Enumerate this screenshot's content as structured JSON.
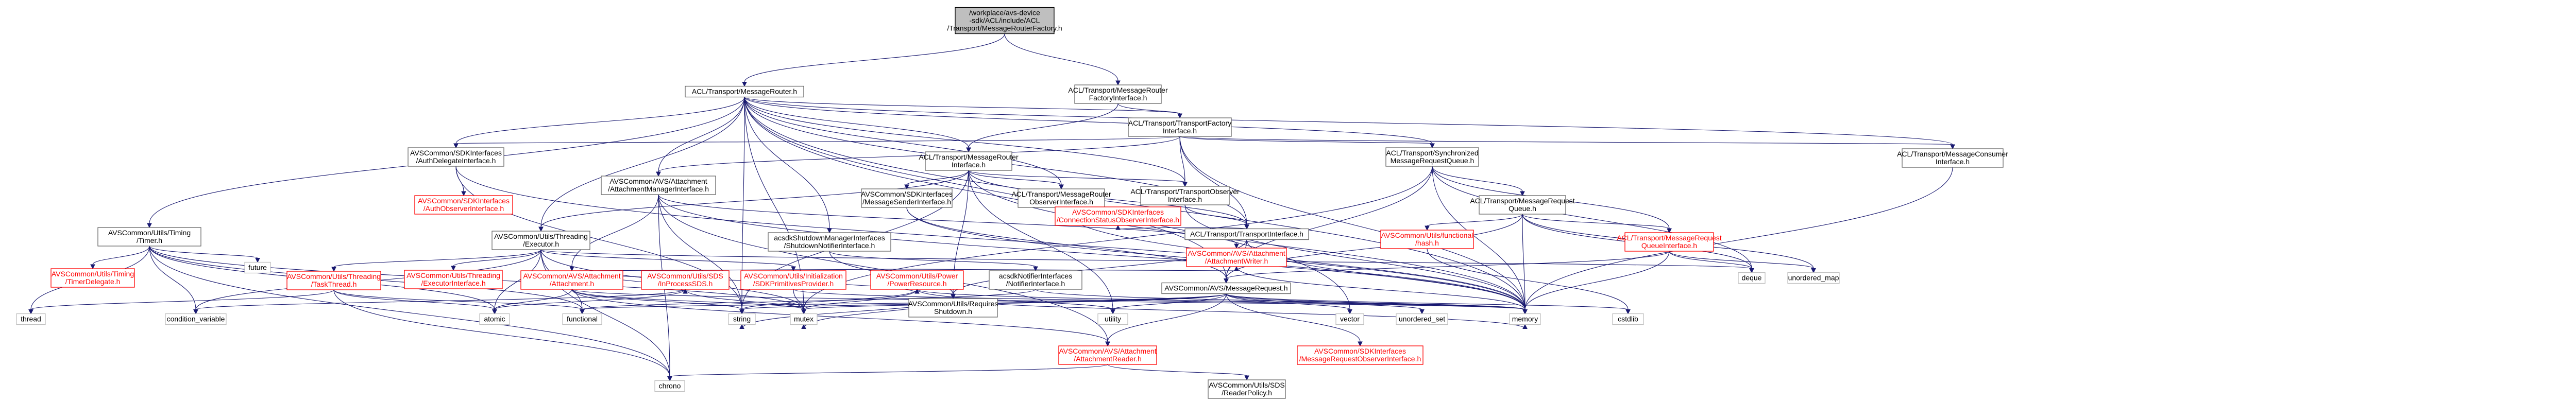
{
  "nodes": [
    {
      "id": "root",
      "lines": [
        "/workplace/avs-device",
        "-sdk/ACL/include/ACL",
        "/Transport/MessageRouterFactory.h"
      ],
      "style": "root"
    },
    {
      "id": "mrfi",
      "lines": [
        "ACL/Transport/MessageRouter",
        "FactoryInterface.h"
      ],
      "style": "normal"
    },
    {
      "id": "mr",
      "lines": [
        "ACL/Transport/MessageRouter.h"
      ],
      "style": "normal"
    },
    {
      "id": "tfi",
      "lines": [
        "ACL/Transport/TransportFactory",
        "Interface.h"
      ],
      "style": "normal"
    },
    {
      "id": "mri",
      "lines": [
        "ACL/Transport/MessageRouter",
        "Interface.h"
      ],
      "style": "normal"
    },
    {
      "id": "adi",
      "lines": [
        "AVSCommon/SDKInterfaces",
        "/AuthDelegateInterface.h"
      ],
      "style": "normal"
    },
    {
      "id": "smrq",
      "lines": [
        "ACL/Transport/Synchronized",
        "MessageRequestQueue.h"
      ],
      "style": "normal"
    },
    {
      "id": "mci",
      "lines": [
        "ACL/Transport/MessageConsumer",
        "Interface.h"
      ],
      "style": "normal"
    },
    {
      "id": "aoi",
      "lines": [
        "AVSCommon/SDKInterfaces",
        "/AuthObserverInterface.h"
      ],
      "style": "red"
    },
    {
      "id": "msi",
      "lines": [
        "AVSCommon/SDKInterfaces",
        "/MessageSenderInterface.h"
      ],
      "style": "normal"
    },
    {
      "id": "mroi",
      "lines": [
        "ACL/Transport/MessageRouter",
        "ObserverInterface.h"
      ],
      "style": "normal"
    },
    {
      "id": "toi",
      "lines": [
        "ACL/Transport/TransportObserver",
        "Interface.h"
      ],
      "style": "normal"
    },
    {
      "id": "mrq",
      "lines": [
        "ACL/Transport/MessageRequest",
        "Queue.h"
      ],
      "style": "normal"
    },
    {
      "id": "ami",
      "lines": [
        "AVSCommon/AVS/Attachment",
        "/AttachmentManagerInterface.h"
      ],
      "style": "normal"
    },
    {
      "id": "timer",
      "lines": [
        "AVSCommon/Utils/Timing",
        "/Timer.h"
      ],
      "style": "normal"
    },
    {
      "id": "exec",
      "lines": [
        "AVSCommon/Utils/Threading",
        "/Executor.h"
      ],
      "style": "normal"
    },
    {
      "id": "snmi",
      "lines": [
        "acsdkShutdownManagerInterfaces",
        "/ShutdownNotifierInterface.h"
      ],
      "style": "normal"
    },
    {
      "id": "csoi",
      "lines": [
        "AVSCommon/SDKInterfaces",
        "/ConnectionStatusObserverInterface.h"
      ],
      "style": "red"
    },
    {
      "id": "ti",
      "lines": [
        "ACL/Transport/TransportInterface.h"
      ],
      "style": "normal"
    },
    {
      "id": "fhash",
      "lines": [
        "AVSCommon/Utils/functional",
        "/hash.h"
      ],
      "style": "red"
    },
    {
      "id": "mrqi",
      "lines": [
        "ACL/Transport/MessageRequest",
        "QueueInterface.h"
      ],
      "style": "red"
    },
    {
      "id": "att",
      "lines": [
        "AVSCommon/AVS/Attachment",
        "/Attachment.h"
      ],
      "style": "red"
    },
    {
      "id": "tcat",
      "lines": [
        "AVSCommon/Utils/Timing",
        "/TimerDelegate.h"
      ],
      "style": "red"
    },
    {
      "id": "tt",
      "lines": [
        "AVSCommon/Utils/Threading",
        "/TaskThread.h"
      ],
      "style": "red"
    },
    {
      "id": "ei",
      "lines": [
        "AVSCommon/Utils/Threading",
        "/ExecutorInterface.h"
      ],
      "style": "red"
    },
    {
      "id": "sdsinproc",
      "lines": [
        "AVSCommon/Utils/SDS",
        "/InProcessSDS.h"
      ],
      "style": "red"
    },
    {
      "id": "sdkpp",
      "lines": [
        "AVSCommon/Utils/Initialization",
        "/SDKPrimitivesProvider.h"
      ],
      "style": "red"
    },
    {
      "id": "pres",
      "lines": [
        "AVSCommon/Utils/Power",
        "/PowerResource.h"
      ],
      "style": "red"
    },
    {
      "id": "aw",
      "lines": [
        "AVSCommon/AVS/Attachment",
        "/AttachmentWriter.h"
      ],
      "style": "red"
    },
    {
      "id": "nfi",
      "lines": [
        "acsdkNotifierInterfaces",
        "/NotifierInterface.h"
      ],
      "style": "normal"
    },
    {
      "id": "rs",
      "lines": [
        "AVSCommon/Utils/Requires",
        "Shutdown.h"
      ],
      "style": "normal"
    },
    {
      "id": "mreq",
      "lines": [
        "AVSCommon/AVS/MessageRequest.h"
      ],
      "style": "normal"
    },
    {
      "id": "ar",
      "lines": [
        "AVSCommon/AVS/Attachment",
        "/AttachmentReader.h"
      ],
      "style": "red"
    },
    {
      "id": "mroi2",
      "lines": [
        "AVSCommon/SDKInterfaces",
        "/MessageRequestObserverInterface.h"
      ],
      "style": "red"
    },
    {
      "id": "rp",
      "lines": [
        "AVSCommon/Utils/SDS",
        "/ReaderPolicy.h"
      ],
      "style": "normal"
    },
    {
      "id": "future",
      "lines": [
        "future"
      ],
      "style": "plain"
    },
    {
      "id": "thread",
      "lines": [
        "thread"
      ],
      "style": "plain"
    },
    {
      "id": "condvar",
      "lines": [
        "condition_variable"
      ],
      "style": "plain"
    },
    {
      "id": "atomic",
      "lines": [
        "atomic"
      ],
      "style": "plain"
    },
    {
      "id": "functional",
      "lines": [
        "functional"
      ],
      "style": "plain"
    },
    {
      "id": "mutex",
      "lines": [
        "mutex"
      ],
      "style": "plain"
    },
    {
      "id": "string",
      "lines": [
        "string"
      ],
      "style": "plain"
    },
    {
      "id": "utility",
      "lines": [
        "utility"
      ],
      "style": "plain"
    },
    {
      "id": "vector",
      "lines": [
        "vector"
      ],
      "style": "plain"
    },
    {
      "id": "memory",
      "lines": [
        "memory"
      ],
      "style": "plain"
    },
    {
      "id": "deque",
      "lines": [
        "deque"
      ],
      "style": "plain"
    },
    {
      "id": "uset",
      "lines": [
        "unordered_set"
      ],
      "style": "plain"
    },
    {
      "id": "umap",
      "lines": [
        "unordered_map"
      ],
      "style": "plain"
    },
    {
      "id": "cstdlib",
      "lines": [
        "cstdlib"
      ],
      "style": "plain"
    },
    {
      "id": "chrono",
      "lines": [
        "chrono"
      ],
      "style": "plain"
    }
  ],
  "edges": [
    [
      "root",
      "mrfi"
    ],
    [
      "root",
      "mr"
    ],
    [
      "mrfi",
      "tfi"
    ],
    [
      "mrfi",
      "mri"
    ],
    [
      "mr",
      "tfi"
    ],
    [
      "mr",
      "mri"
    ],
    [
      "mr",
      "adi"
    ],
    [
      "mr",
      "smrq"
    ],
    [
      "mr",
      "mci"
    ],
    [
      "mr",
      "mroi"
    ],
    [
      "mr",
      "toi"
    ],
    [
      "mr",
      "ti"
    ],
    [
      "mr",
      "ami"
    ],
    [
      "mr",
      "timer"
    ],
    [
      "mr",
      "exec"
    ],
    [
      "mr",
      "snmi"
    ],
    [
      "mr",
      "mreq"
    ],
    [
      "mr",
      "string"
    ],
    [
      "mr",
      "mutex"
    ],
    [
      "mr",
      "vector"
    ],
    [
      "mr",
      "memory"
    ],
    [
      "tfi",
      "adi"
    ],
    [
      "tfi",
      "smrq"
    ],
    [
      "tfi",
      "mci"
    ],
    [
      "tfi",
      "toi"
    ],
    [
      "tfi",
      "ti"
    ],
    [
      "tfi",
      "ami"
    ],
    [
      "tfi",
      "memory"
    ],
    [
      "mri",
      "msi"
    ],
    [
      "mri",
      "mroi"
    ],
    [
      "mri",
      "toi"
    ],
    [
      "mri",
      "ti"
    ],
    [
      "mri",
      "rs"
    ],
    [
      "mri",
      "utility"
    ],
    [
      "mri",
      "memory"
    ],
    [
      "mri",
      "string"
    ],
    [
      "mri",
      "exec"
    ],
    [
      "adi",
      "aoi"
    ],
    [
      "adi",
      "string"
    ],
    [
      "adi",
      "memory"
    ],
    [
      "smrq",
      "mrq"
    ],
    [
      "smrq",
      "mrqi"
    ],
    [
      "smrq",
      "mreq"
    ],
    [
      "smrq",
      "mutex"
    ],
    [
      "smrq",
      "deque"
    ],
    [
      "smrq",
      "memory"
    ],
    [
      "mci",
      "memory"
    ],
    [
      "msi",
      "mreq"
    ],
    [
      "msi",
      "memory"
    ],
    [
      "mroi",
      "memory"
    ],
    [
      "toi",
      "ti"
    ],
    [
      "toi",
      "memory"
    ],
    [
      "ti",
      "csoi"
    ],
    [
      "ti",
      "mreq"
    ],
    [
      "ti",
      "rs"
    ],
    [
      "ti",
      "memory"
    ],
    [
      "mrq",
      "fhash"
    ],
    [
      "mrq",
      "mrqi"
    ],
    [
      "mrq",
      "mreq"
    ],
    [
      "mrq",
      "deque"
    ],
    [
      "mrq",
      "umap"
    ],
    [
      "mrq",
      "memory"
    ],
    [
      "mrqi",
      "mreq"
    ],
    [
      "mrqi",
      "deque"
    ],
    [
      "mrqi",
      "umap"
    ],
    [
      "mrqi",
      "memory"
    ],
    [
      "fhash",
      "cstdlib"
    ],
    [
      "ami",
      "att"
    ],
    [
      "ami",
      "aw"
    ],
    [
      "ami",
      "ar"
    ],
    [
      "ami",
      "chrono"
    ],
    [
      "ami",
      "string"
    ],
    [
      "ami",
      "memory"
    ],
    [
      "timer",
      "tcat"
    ],
    [
      "timer",
      "future"
    ],
    [
      "timer",
      "thread"
    ],
    [
      "timer",
      "condvar"
    ],
    [
      "timer",
      "atomic"
    ],
    [
      "timer",
      "functional"
    ],
    [
      "timer",
      "mutex"
    ],
    [
      "timer",
      "chrono"
    ],
    [
      "exec",
      "tt"
    ],
    [
      "exec",
      "ei"
    ],
    [
      "exec",
      "sdkpp"
    ],
    [
      "exec",
      "condvar"
    ],
    [
      "exec",
      "functional"
    ],
    [
      "exec",
      "mutex"
    ],
    [
      "exec",
      "deque"
    ],
    [
      "exec",
      "chrono"
    ],
    [
      "exec",
      "atomic"
    ],
    [
      "snmi",
      "nfi"
    ],
    [
      "snmi",
      "rs"
    ],
    [
      "nfi",
      "functional"
    ],
    [
      "nfi",
      "memory"
    ],
    [
      "tt",
      "atomic"
    ],
    [
      "tt",
      "functional"
    ],
    [
      "tt",
      "thread"
    ],
    [
      "tt",
      "chrono"
    ],
    [
      "att",
      "sdsinproc"
    ],
    [
      "att",
      "aw"
    ],
    [
      "att",
      "ar"
    ],
    [
      "att",
      "pres"
    ],
    [
      "att",
      "atomic"
    ],
    [
      "att",
      "mutex"
    ],
    [
      "att",
      "string"
    ],
    [
      "att",
      "memory"
    ],
    [
      "sdsinproc",
      "mutex"
    ],
    [
      "sdsinproc",
      "condvar"
    ],
    [
      "sdsinproc",
      "atomic"
    ],
    [
      "sdkpp",
      "mutex"
    ],
    [
      "sdkpp",
      "memory"
    ],
    [
      "pres",
      "mutex"
    ],
    [
      "pres",
      "string"
    ],
    [
      "pres",
      "utility"
    ],
    [
      "pres",
      "memory"
    ],
    [
      "aw",
      "memory"
    ],
    [
      "ar",
      "rp"
    ],
    [
      "ar",
      "chrono"
    ],
    [
      "rs",
      "mutex"
    ],
    [
      "rs",
      "string"
    ],
    [
      "rs",
      "memory"
    ],
    [
      "mreq",
      "ar"
    ],
    [
      "mreq",
      "mroi2"
    ],
    [
      "mreq",
      "uset"
    ],
    [
      "mreq",
      "vector"
    ],
    [
      "mreq",
      "memory"
    ],
    [
      "mreq",
      "mutex"
    ],
    [
      "mreq",
      "string"
    ],
    [
      "mreq",
      "utility"
    ],
    [
      "mreq",
      "functional"
    ],
    [
      "mreq",
      "cstdlib"
    ]
  ]
}
